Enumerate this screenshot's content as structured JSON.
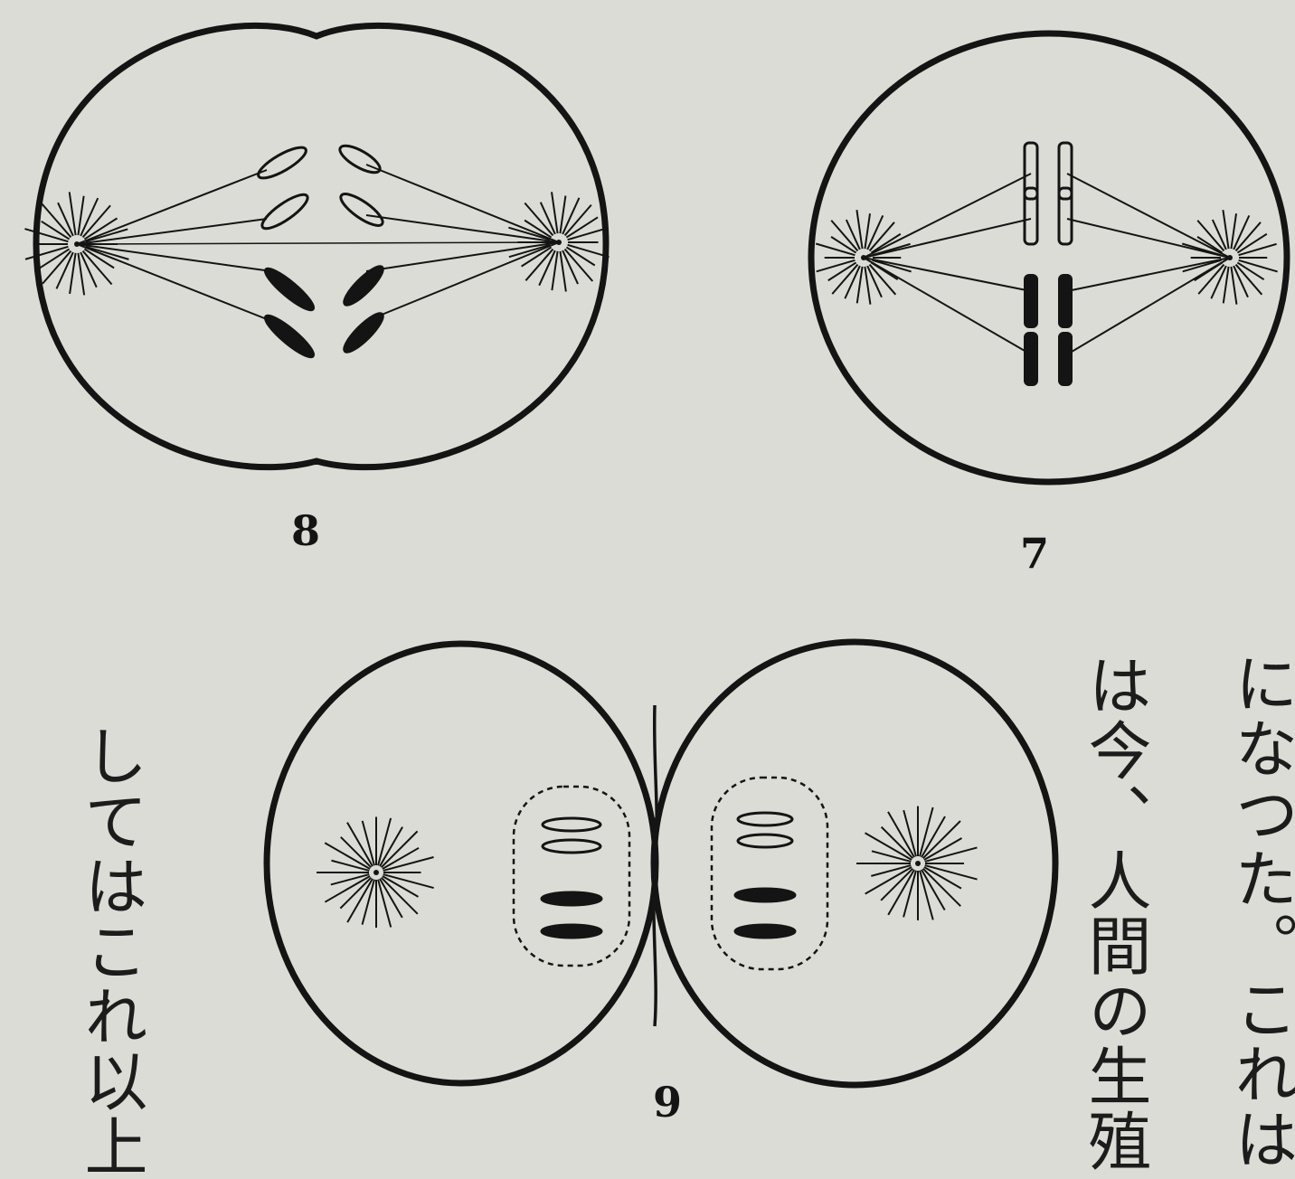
{
  "figures": [
    {
      "label": "8",
      "stage": "late anaphase, cell pinching"
    },
    {
      "label": "7",
      "stage": "metaphase"
    },
    {
      "label": "9",
      "stage": "telophase, two daughter cells"
    }
  ],
  "text_columns": [
    "になつた。これは",
    "は今、人間の生殖",
    "してはこれ以上"
  ],
  "colors": {
    "paper": "#dcdcd6",
    "ink": "#141414"
  }
}
